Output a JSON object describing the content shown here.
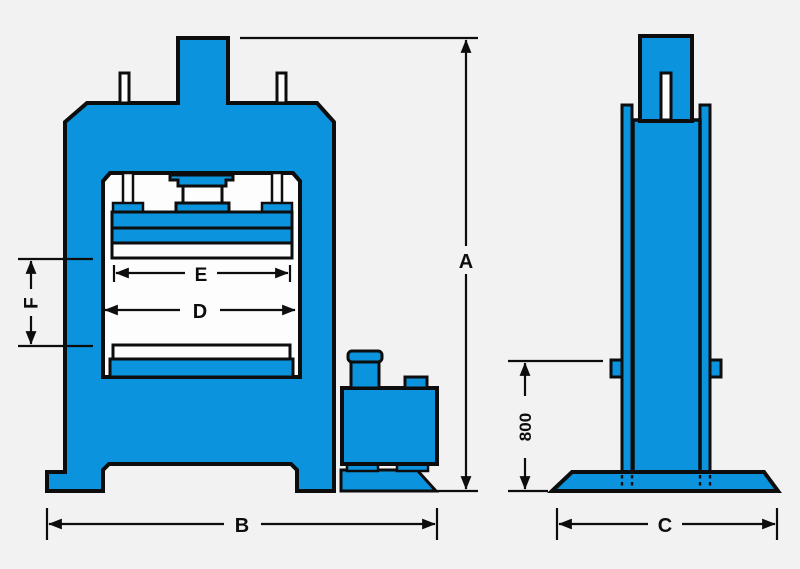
{
  "colors": {
    "machine_blue": "#0b93dd",
    "outline_black": "#0d0d0d",
    "background": "#f2f2f3",
    "fill_white": "#fdfdfe"
  },
  "front_view": {
    "labels": {
      "overall_height": "A",
      "overall_width": "B",
      "bed_width": "D",
      "platen_width": "E",
      "daylight": "F"
    }
  },
  "side_view": {
    "labels": {
      "depth": "C",
      "working_height": "800"
    }
  }
}
